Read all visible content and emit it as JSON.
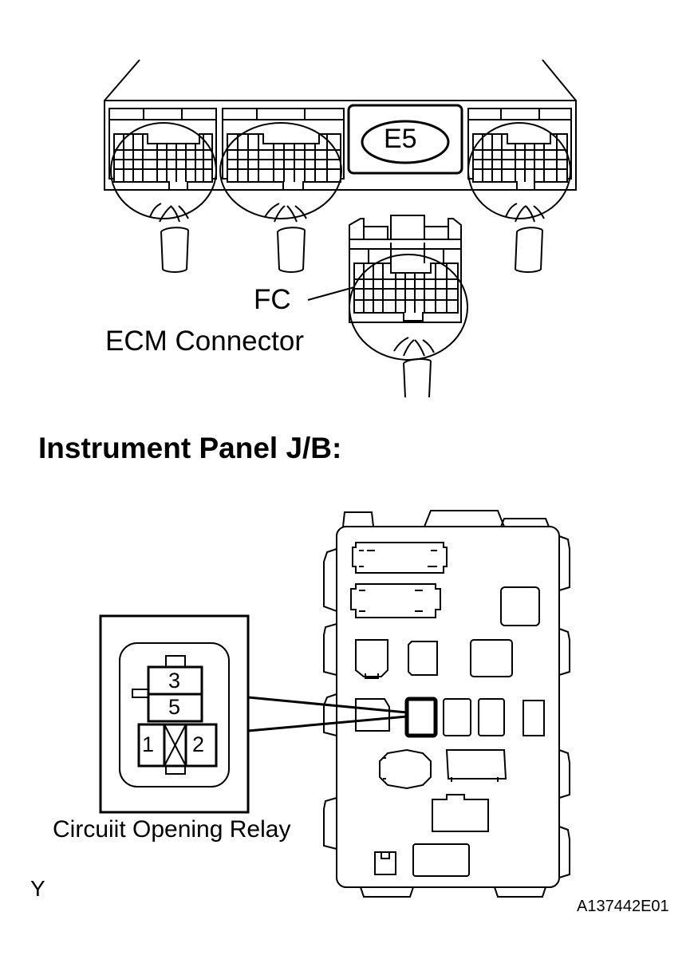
{
  "ecm": {
    "connector_code": "E5",
    "pin_label": "FC",
    "title": "ECM Connector"
  },
  "junction_block": {
    "heading": "Instrument Panel J/B:",
    "relay": {
      "caption": "Circuiit Opening Relay",
      "terminals": [
        "3",
        "5",
        "1",
        "2"
      ]
    }
  },
  "footer": {
    "page_letter": "Y",
    "figure_id": "A137442E01"
  }
}
